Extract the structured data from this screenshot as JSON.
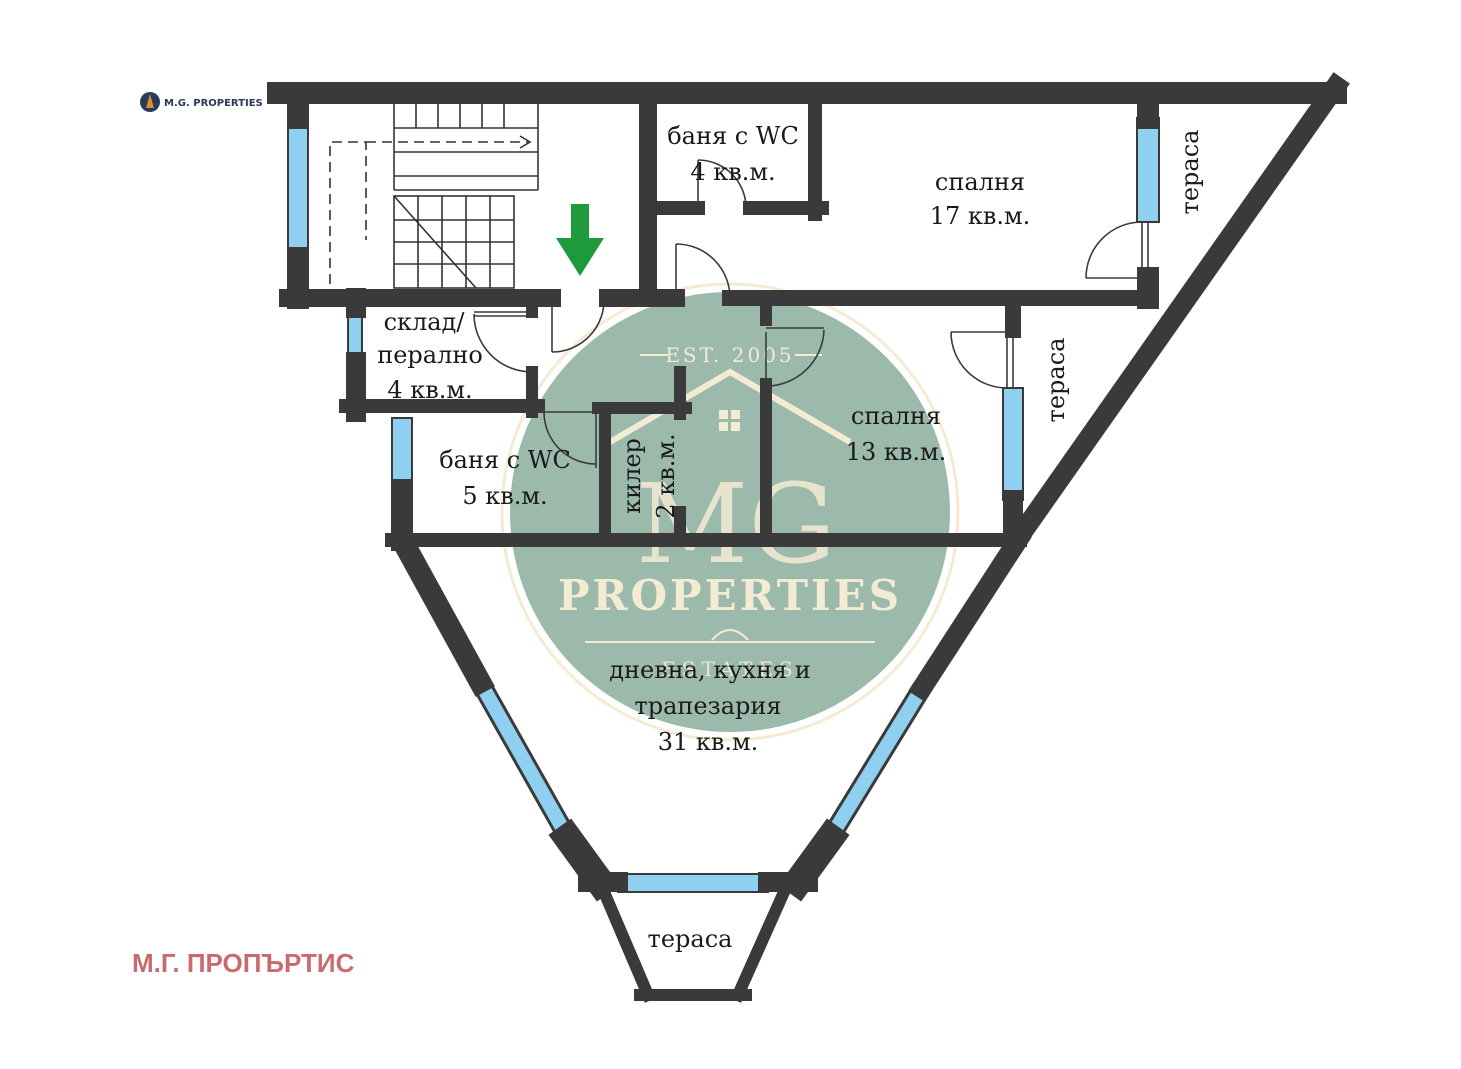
{
  "brand": {
    "logo_text": "M.G. PROPERTIES",
    "footer_text": "М.Г. ПРОПЪРТИС"
  },
  "watermark": {
    "est": "EST. 2005",
    "monogram": "MG",
    "name": "PROPERTIES",
    "tagline": "ESTATES",
    "circle_color": "#8eb0a0",
    "text_color": "#f4ecd2"
  },
  "colors": {
    "wall": "#3a3a3a",
    "window": "#8fd0f0",
    "arrow": "#1e9a3a"
  },
  "rooms": {
    "bath_top": {
      "line1": "баня с WC",
      "line2": "4 кв.м."
    },
    "bedroom_17": {
      "line1": "спалня",
      "line2": "17 кв.м."
    },
    "terrace_top_right": {
      "label": "тераса"
    },
    "storage": {
      "line1": "склад/",
      "line2": "перално",
      "line3": "4 кв.м."
    },
    "bath_mid": {
      "line1": "баня с WC",
      "line2": "5 кв.м."
    },
    "pantry": {
      "line1": "килер",
      "line2": "2 кв.м."
    },
    "bedroom_13": {
      "line1": "спалня",
      "line2": "13 кв.м."
    },
    "terrace_right": {
      "label": "тераса"
    },
    "living": {
      "line1": "дневна, кухня и",
      "line2": "трапезария",
      "line3": "31 кв.м."
    },
    "terrace_bottom": {
      "label": "тераса"
    }
  }
}
